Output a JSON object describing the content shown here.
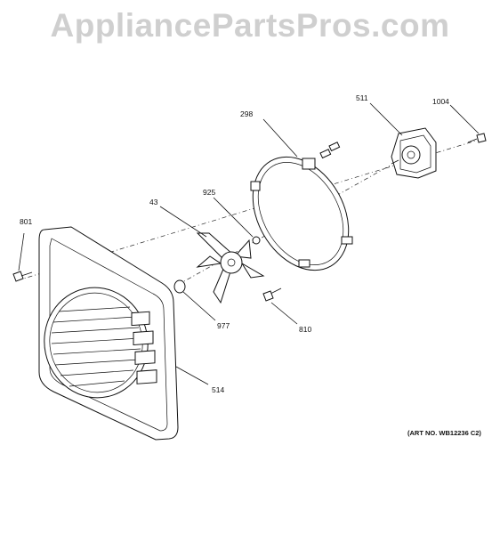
{
  "watermark": "AppliancePartsPros.com",
  "art_number": "(ART NO. WB12236 C2)",
  "parts": [
    {
      "label": "801"
    },
    {
      "label": "43"
    },
    {
      "label": "925"
    },
    {
      "label": "298"
    },
    {
      "label": "511"
    },
    {
      "label": "1004"
    },
    {
      "label": "977"
    },
    {
      "label": "810"
    },
    {
      "label": "514"
    }
  ],
  "colors": {
    "line": "#111111",
    "watermark": "#cfcfcf",
    "background": "#ffffff"
  }
}
